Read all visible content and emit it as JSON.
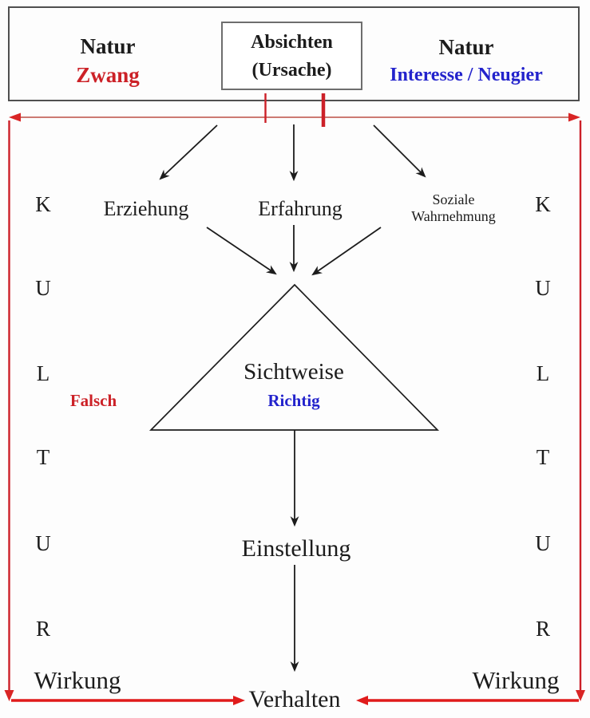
{
  "colors": {
    "red_text": "#cc2127",
    "blue_text": "#2323cc",
    "red_arrow": "#dd1f1f",
    "black": "#1c1c1c",
    "box_border": "#4f4f4f"
  },
  "top_section": {
    "left": {
      "title": "Natur",
      "subtitle": "Zwang"
    },
    "center": {
      "title": "Absichten",
      "subtitle": "(Ursache)"
    },
    "right": {
      "title": "Natur",
      "subtitle": "Interesse / Neugier"
    }
  },
  "influences": {
    "left": "Erziehung",
    "center": "Erfahrung",
    "right_line1": "Soziale",
    "right_line2": "Wahrnehmung"
  },
  "triangle": {
    "label": "Sichtweise",
    "inner": "Richtig",
    "outer": "Falsch"
  },
  "flow": {
    "attitude": "Einstellung",
    "behavior": "Verhalten"
  },
  "kultur_letters": [
    "K",
    "U",
    "L",
    "T",
    "U",
    "R"
  ],
  "effects": {
    "left": "Wirkung",
    "right": "Wirkung"
  }
}
